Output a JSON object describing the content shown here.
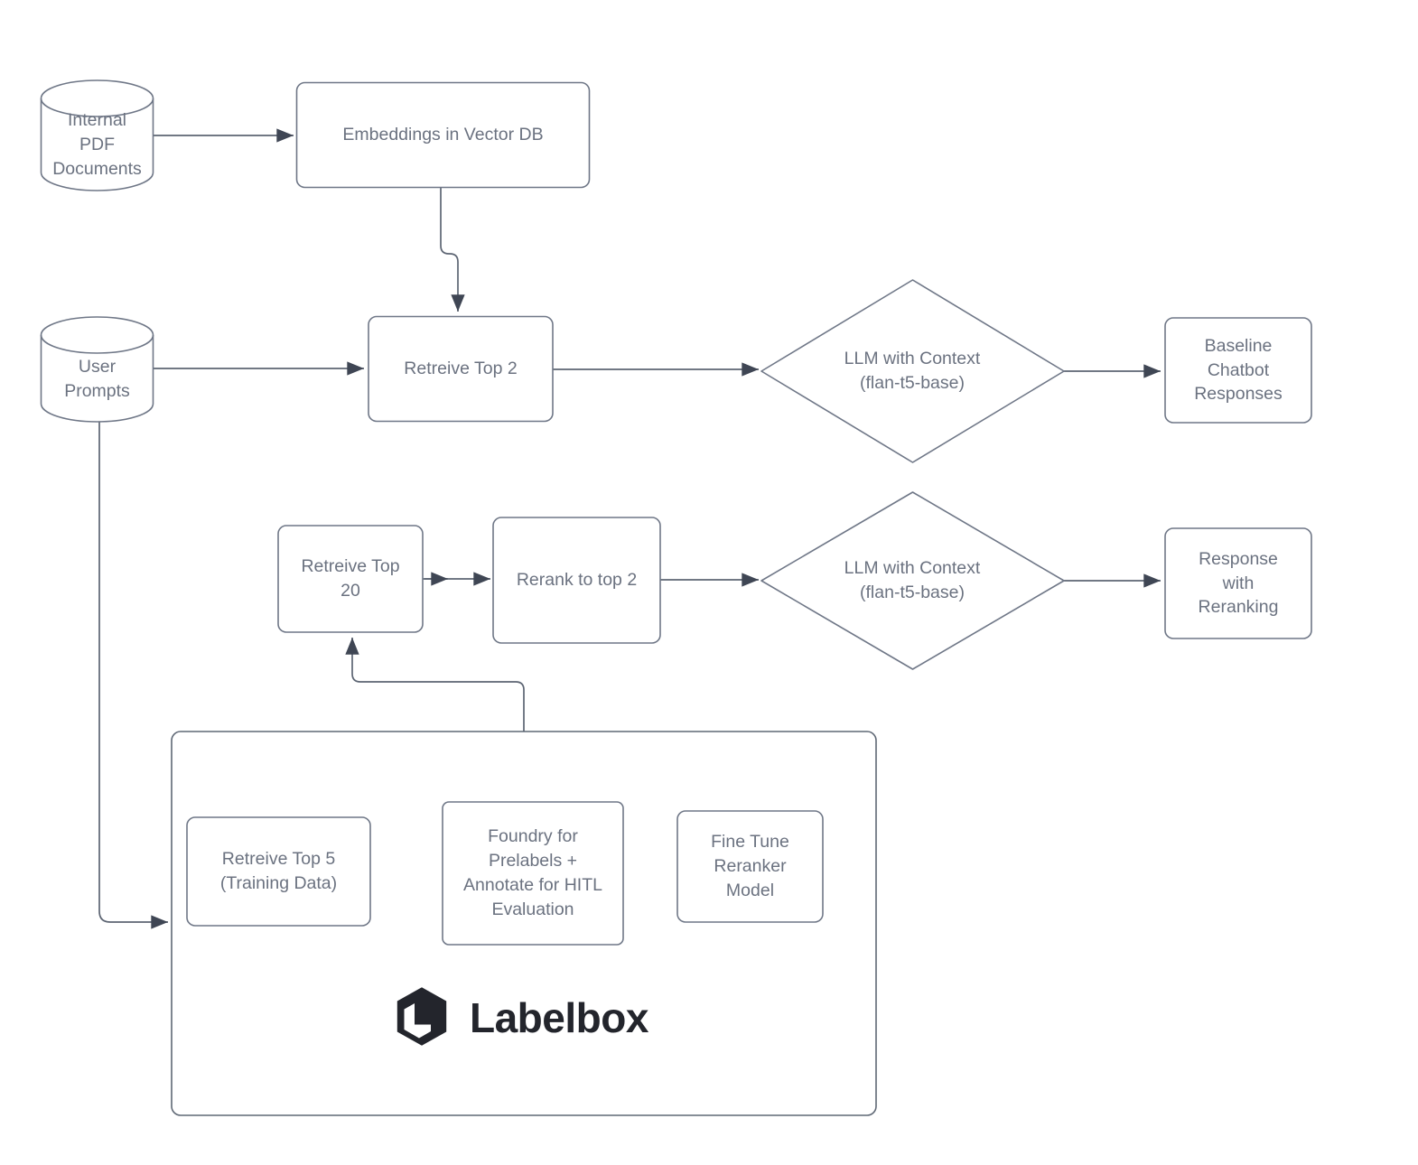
{
  "colors": {
    "background": "#ffffff",
    "shape_stroke": "#6f7787",
    "connector_stroke": "#5d6573",
    "arrowhead_fill": "#3f4654",
    "label_text": "#6b7280",
    "logo_dark": "#23252c"
  },
  "nodes": {
    "internal_pdf": {
      "shape": "cylinder",
      "label": "Internal\nPDF\nDocuments"
    },
    "embeddings": {
      "shape": "rectangle",
      "label": "Embeddings in Vector DB"
    },
    "user_prompts": {
      "shape": "cylinder",
      "label": "User\nPrompts"
    },
    "retrieve_top_2": {
      "shape": "rectangle",
      "label": "Retreive Top 2"
    },
    "llm_with_context_1": {
      "shape": "diamond",
      "label": "LLM with Context\n(flan-t5-base)"
    },
    "baseline_chatbot": {
      "shape": "rectangle",
      "label": "Baseline\nChatbot\nResponses"
    },
    "retrieve_top_20": {
      "shape": "rectangle",
      "label": "Retreive Top\n20"
    },
    "rerank_top_2": {
      "shape": "rectangle",
      "label": "Rerank to top 2"
    },
    "llm_with_context_2": {
      "shape": "diamond",
      "label": "LLM with Context\n(flan-t5-base)"
    },
    "response_reranking": {
      "shape": "rectangle",
      "label": "Response\nwith\nReranking"
    },
    "retrieve_top_5": {
      "shape": "rectangle",
      "label": "Retreive Top 5\n(Training Data)"
    },
    "foundry": {
      "shape": "rectangle",
      "label": "Foundry for\nPrelabels +\nAnnotate for HITL\nEvaluation"
    },
    "fine_tune_reranker": {
      "shape": "rectangle",
      "label": "Fine Tune\nReranker\nModel"
    },
    "labelbox_container": {
      "shape": "rectangle",
      "label": ""
    }
  },
  "logo": {
    "wordmark": "Labelbox"
  },
  "connectors": [
    {
      "from": "internal_pdf",
      "to": "embeddings"
    },
    {
      "from": "embeddings",
      "to": "retrieve_top_2"
    },
    {
      "from": "user_prompts",
      "to": "retrieve_top_2"
    },
    {
      "from": "retrieve_top_2",
      "to": "llm_with_context_1"
    },
    {
      "from": "llm_with_context_1",
      "to": "baseline_chatbot"
    },
    {
      "from": "retrieve_top_20",
      "to": "rerank_top_2"
    },
    {
      "from": "rerank_top_2",
      "to": "llm_with_context_2"
    },
    {
      "from": "llm_with_context_2",
      "to": "response_reranking"
    },
    {
      "from": "user_prompts",
      "to": "labelbox_container"
    },
    {
      "from": "labelbox_container",
      "to": "retrieve_top_20"
    }
  ]
}
